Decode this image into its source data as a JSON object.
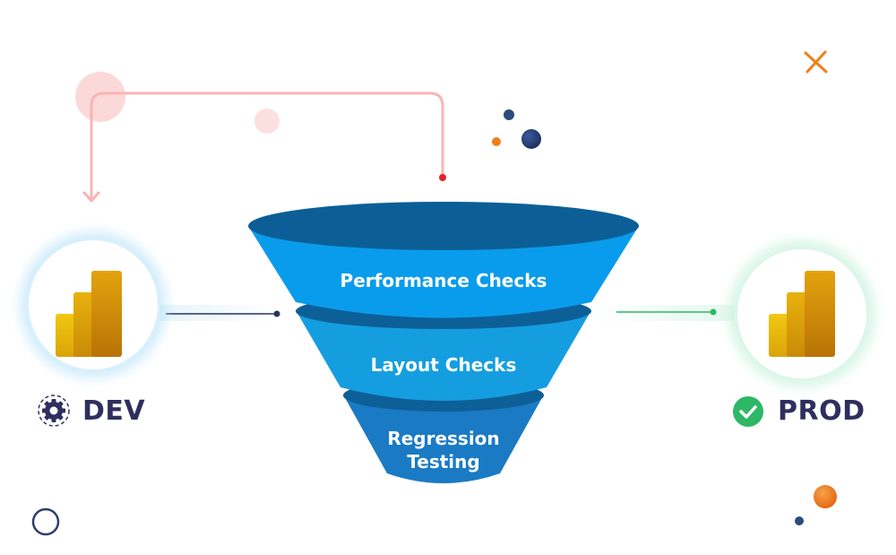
{
  "environments": {
    "dev": {
      "label": "DEV",
      "icon": "gear-icon"
    },
    "prod": {
      "label": "PROD",
      "icon": "check-circle-icon"
    }
  },
  "funnel": {
    "stages": [
      {
        "label": "Performance Checks"
      },
      {
        "label": "Layout Checks"
      },
      {
        "label": "Regression\nTesting"
      }
    ]
  },
  "logo": {
    "name": "power-bi-logo-icon"
  },
  "colors": {
    "funnel_top": "#0a9cec",
    "funnel_mid": "#129fdf",
    "funnel_bottom": "#1877c2",
    "funnel_rim": "#0b5f96",
    "label_text": "#2e2f5e",
    "feedback_arrow": "#f8b4b4",
    "check_green": "#2cb866",
    "accent_orange": "#f07f1a"
  }
}
